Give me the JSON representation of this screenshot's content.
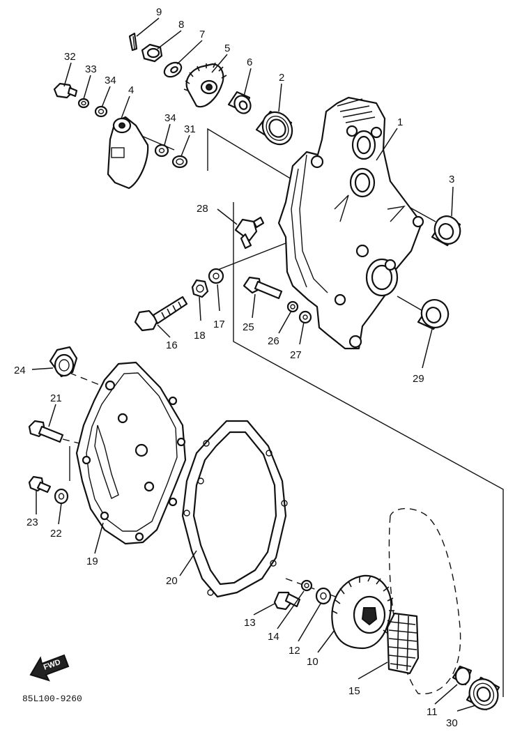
{
  "callouts": {
    "c1": "1",
    "c2": "2",
    "c3": "3",
    "c4": "4",
    "c5": "5",
    "c6": "6",
    "c7": "7",
    "c8": "8",
    "c9": "9",
    "c10": "10",
    "c11": "11",
    "c12": "12",
    "c13": "13",
    "c14": "14",
    "c15": "15",
    "c16": "16",
    "c17": "17",
    "c18": "18",
    "c19": "19",
    "c20": "20",
    "c21": "21",
    "c22": "22",
    "c23": "23",
    "c24": "24",
    "c25": "25",
    "c26": "26",
    "c27": "27",
    "c28": "28",
    "c29": "29",
    "c30": "30",
    "c31": "31",
    "c32": "32",
    "c33": "33",
    "c34a": "34",
    "c34b": "34"
  },
  "fwd_label": "FWD",
  "catalog_number": "85L100-9260"
}
